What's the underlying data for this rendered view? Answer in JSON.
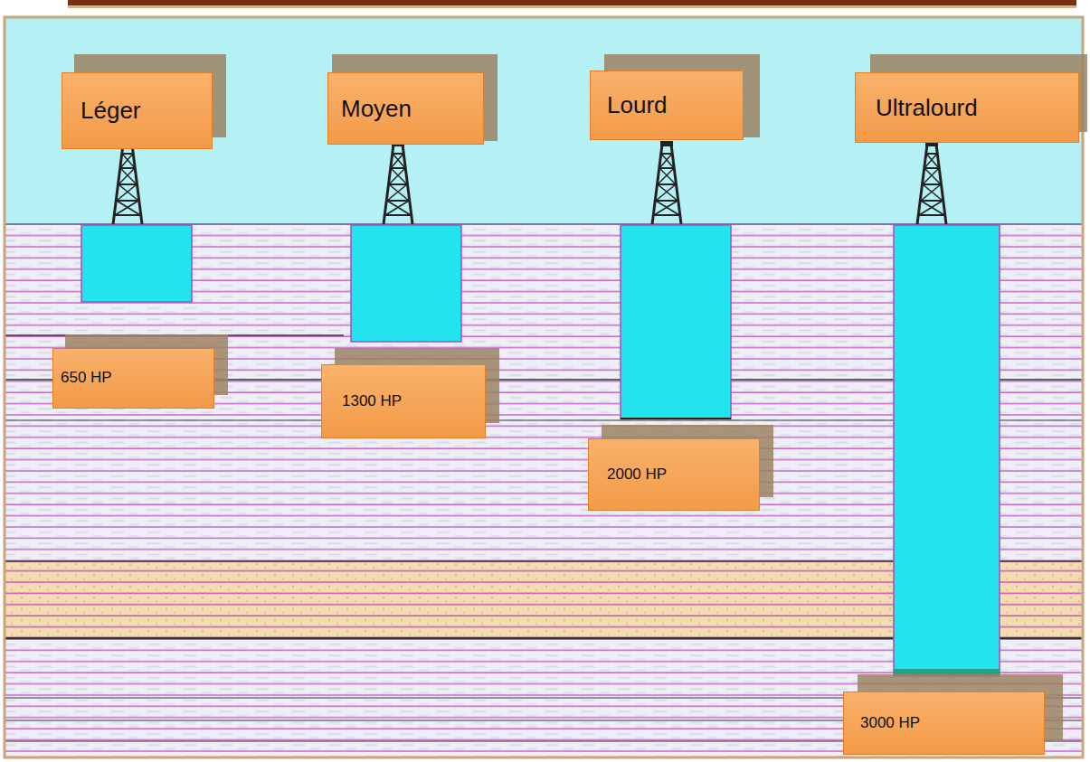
{
  "diagram": {
    "nodes": [
      {
        "text": [
          "Léger"
        ]
      },
      {
        "text": [
          "Moyen"
        ]
      },
      {
        "text": [
          "Lourd"
        ]
      },
      {
        "text": [
          "Ultralourd"
        ]
      },
      {
        "text": [
          "650 HP"
        ]
      },
      {
        "text": [
          "1300 HP"
        ]
      },
      {
        "text": [
          "2000 HP"
        ]
      },
      {
        "text": [
          "3000 HP"
        ]
      }
    ]
  }
}
